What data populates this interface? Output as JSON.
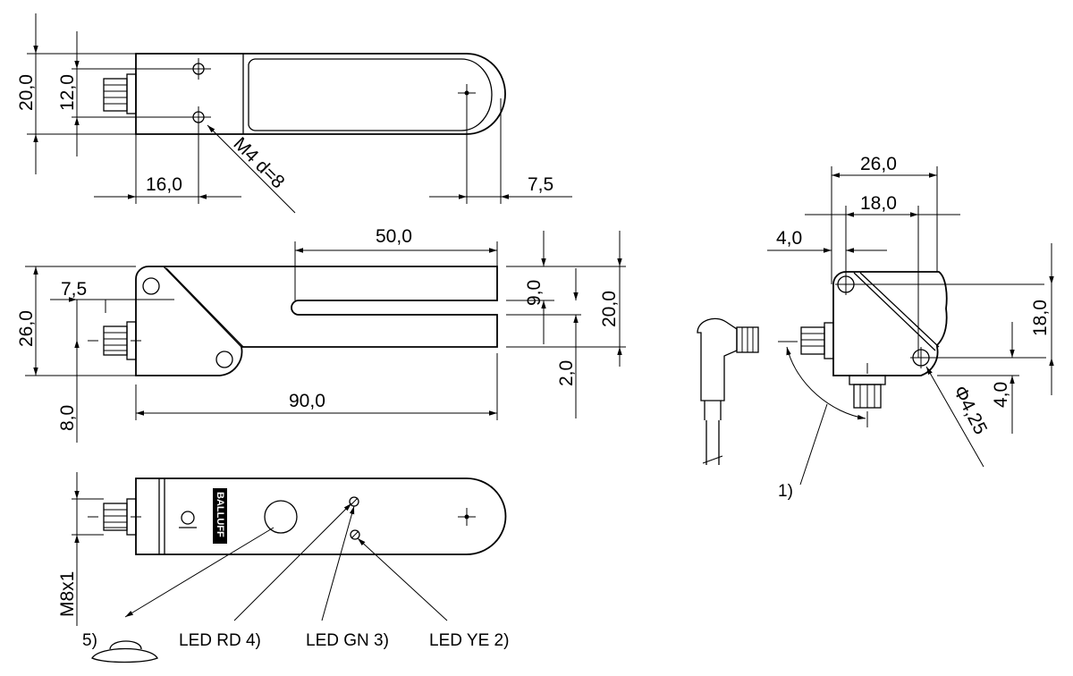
{
  "dimensions": {
    "d20_0_top": "20,0",
    "d12_0": "12,0",
    "d16_0": "16,0",
    "d7_5_top": "7,5",
    "m4": "M4 d=8",
    "d50_0": "50,0",
    "d26_0_side": "26,0",
    "d7_5_side": "7,5",
    "d9_0": "9,0",
    "d20_0_side": "20,0",
    "d2_0": "2,0",
    "d8_0": "8,0",
    "d90_0": "90,0",
    "m8x1": "M8x1",
    "d26_0_end": "26,0",
    "d18_0_end": "18,0",
    "d4_0_end": "4,0",
    "d18_0_vert": "18,0",
    "d4_0_vert": "4,0",
    "hole_dia": "Φ4,25"
  },
  "labels": {
    "note1": "1)",
    "note5": "5)",
    "led_rd": "LED RD 4)",
    "led_gn": "LED GN 3)",
    "led_ye": "LED YE 2)"
  },
  "logo_text": "BALLUFF"
}
